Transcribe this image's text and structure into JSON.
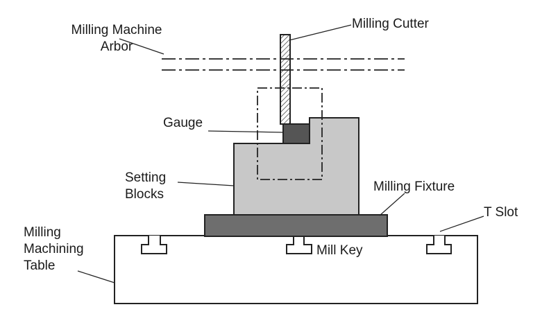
{
  "labels": {
    "arbor": [
      "Milling Machine",
      "Arbor"
    ],
    "cutter": "Milling Cutter",
    "gauge": "Gauge",
    "setting_blocks": [
      "Setting",
      "Blocks"
    ],
    "fixture": "Milling Fixture",
    "t_slot": "T Slot",
    "table": [
      "Milling",
      "Machining",
      "Table"
    ],
    "mill_key": "Mill Key"
  },
  "colors": {
    "setting_block": "#c8c8c8",
    "fixture": "#6e6e6e",
    "gauge": "#555555",
    "outline": "#222222",
    "text": "#1a1a1a"
  }
}
